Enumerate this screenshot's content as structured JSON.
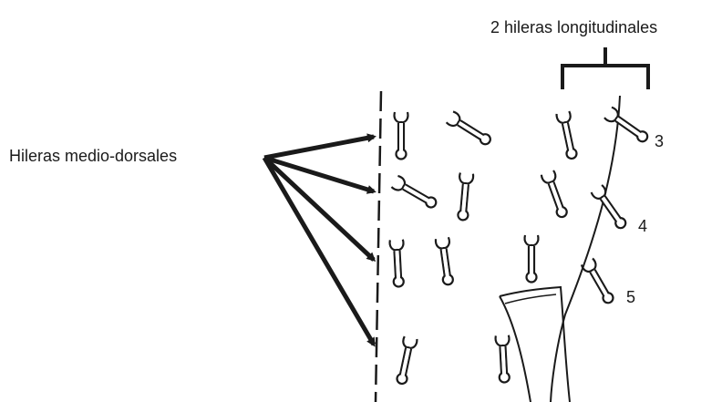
{
  "labels": {
    "top_bracket": "2 hileras longitudinales",
    "left_rows": "Hileras medio-dorsales",
    "number_3": "3",
    "number_4": "4",
    "number_5": "5"
  },
  "colors": {
    "ink": "#1a1a1a",
    "setae_fill": "#ffffff",
    "background": "#ffffff"
  }
}
